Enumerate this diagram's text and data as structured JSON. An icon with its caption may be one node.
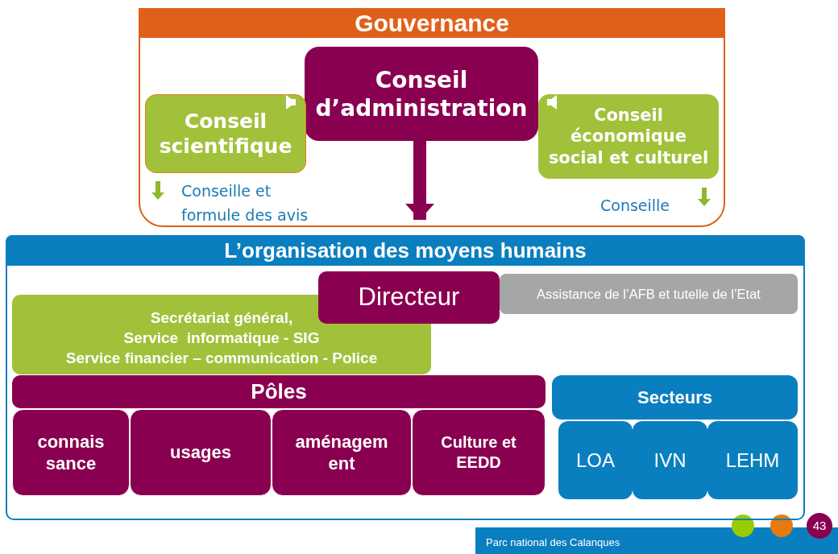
{
  "diagram": {
    "nodes": [
      {
        "text": [
          "Gouvernance"
        ]
      },
      {
        "text": [
          "Conseil d’administration"
        ],
        "in": 0
      },
      {
        "text": [
          "Conseil scientifique"
        ],
        "in": 0,
        "beside": [
          "Conseille et formule des avis"
        ]
      },
      {
        "text": [
          "Conseil économique social et culturel"
        ],
        "in": 0,
        "beside": [
          "Conseille"
        ]
      },
      {
        "text": [
          "L’organisation des moyens humains"
        ]
      },
      {
        "text": [
          "Secrétariat général,",
          "Service  informatique - SIG",
          "Service financier – communication - Police"
        ],
        "in": 4
      },
      {
        "text": [
          "Directeur"
        ],
        "in": 4
      },
      {
        "text": [
          "Assistance de l’AFB et tutelle de l’Etat"
        ],
        "in": 4
      },
      {
        "text": [
          "Pôles"
        ],
        "in": 4
      },
      {
        "text": [
          "connais sance"
        ],
        "in": 4
      },
      {
        "text": [
          "usages"
        ],
        "in": 4
      },
      {
        "text": [
          "aménagem ent"
        ],
        "in": 4
      },
      {
        "text": [
          "Culture et EEDD"
        ],
        "in": 4
      },
      {
        "text": [
          "Secteurs"
        ],
        "in": 4
      },
      {
        "text": [
          "LOA"
        ],
        "in": 4
      },
      {
        "text": [
          "IVN"
        ],
        "in": 4
      },
      {
        "text": [
          "LEHM"
        ],
        "in": 4
      }
    ],
    "edges": [
      {
        "from": 2,
        "to": 1,
        "arrow": "to"
      },
      {
        "from": 3,
        "to": 1,
        "arrow": "to"
      },
      {
        "from": 1,
        "to": 4,
        "arrow": "to",
        "style": "thick",
        "color": "#8a0050"
      }
    ],
    "labels": [
      "43",
      "Parc national des Calanques"
    ]
  }
}
